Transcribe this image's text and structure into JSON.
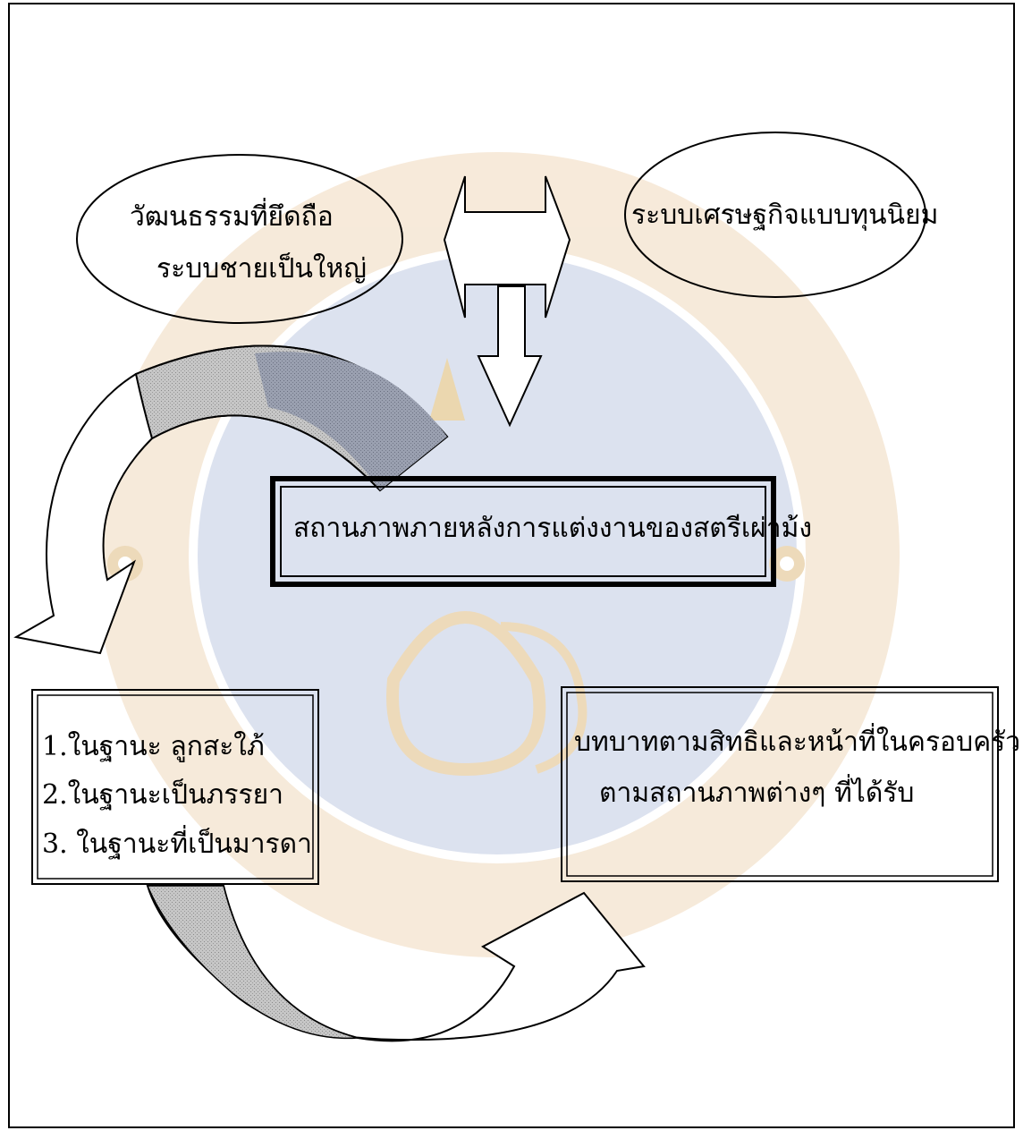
{
  "ovals": {
    "culture": {
      "line1": "วัฒนธรรมที่ยึดถือ",
      "line2": "ระบบชายเป็นใหญ่"
    },
    "economy": {
      "line1": "ระบบเศรษฐกิจแบบทุนนิยม"
    }
  },
  "center_box": {
    "text": "สถานภาพภายหลังการแต่งงานของสตรีเผ่าม้ง"
  },
  "status_box": {
    "items": [
      "1.ในฐานะ ลูกสะใภ้",
      "2.ในฐานะเป็นภรรยา",
      "3. ในฐานะที่เป็นมารดา"
    ]
  },
  "role_box": {
    "line1": "บทบาทตามสิทธิและหน้าที่ในครอบครัว",
    "line2": "ตามสถานภาพต่างๆ ที่ได้รับ"
  },
  "watermark": {
    "description_colors": {
      "ring": "#f4e3cf",
      "center": "#d5dcec",
      "gold": "#e8cfa0"
    }
  }
}
